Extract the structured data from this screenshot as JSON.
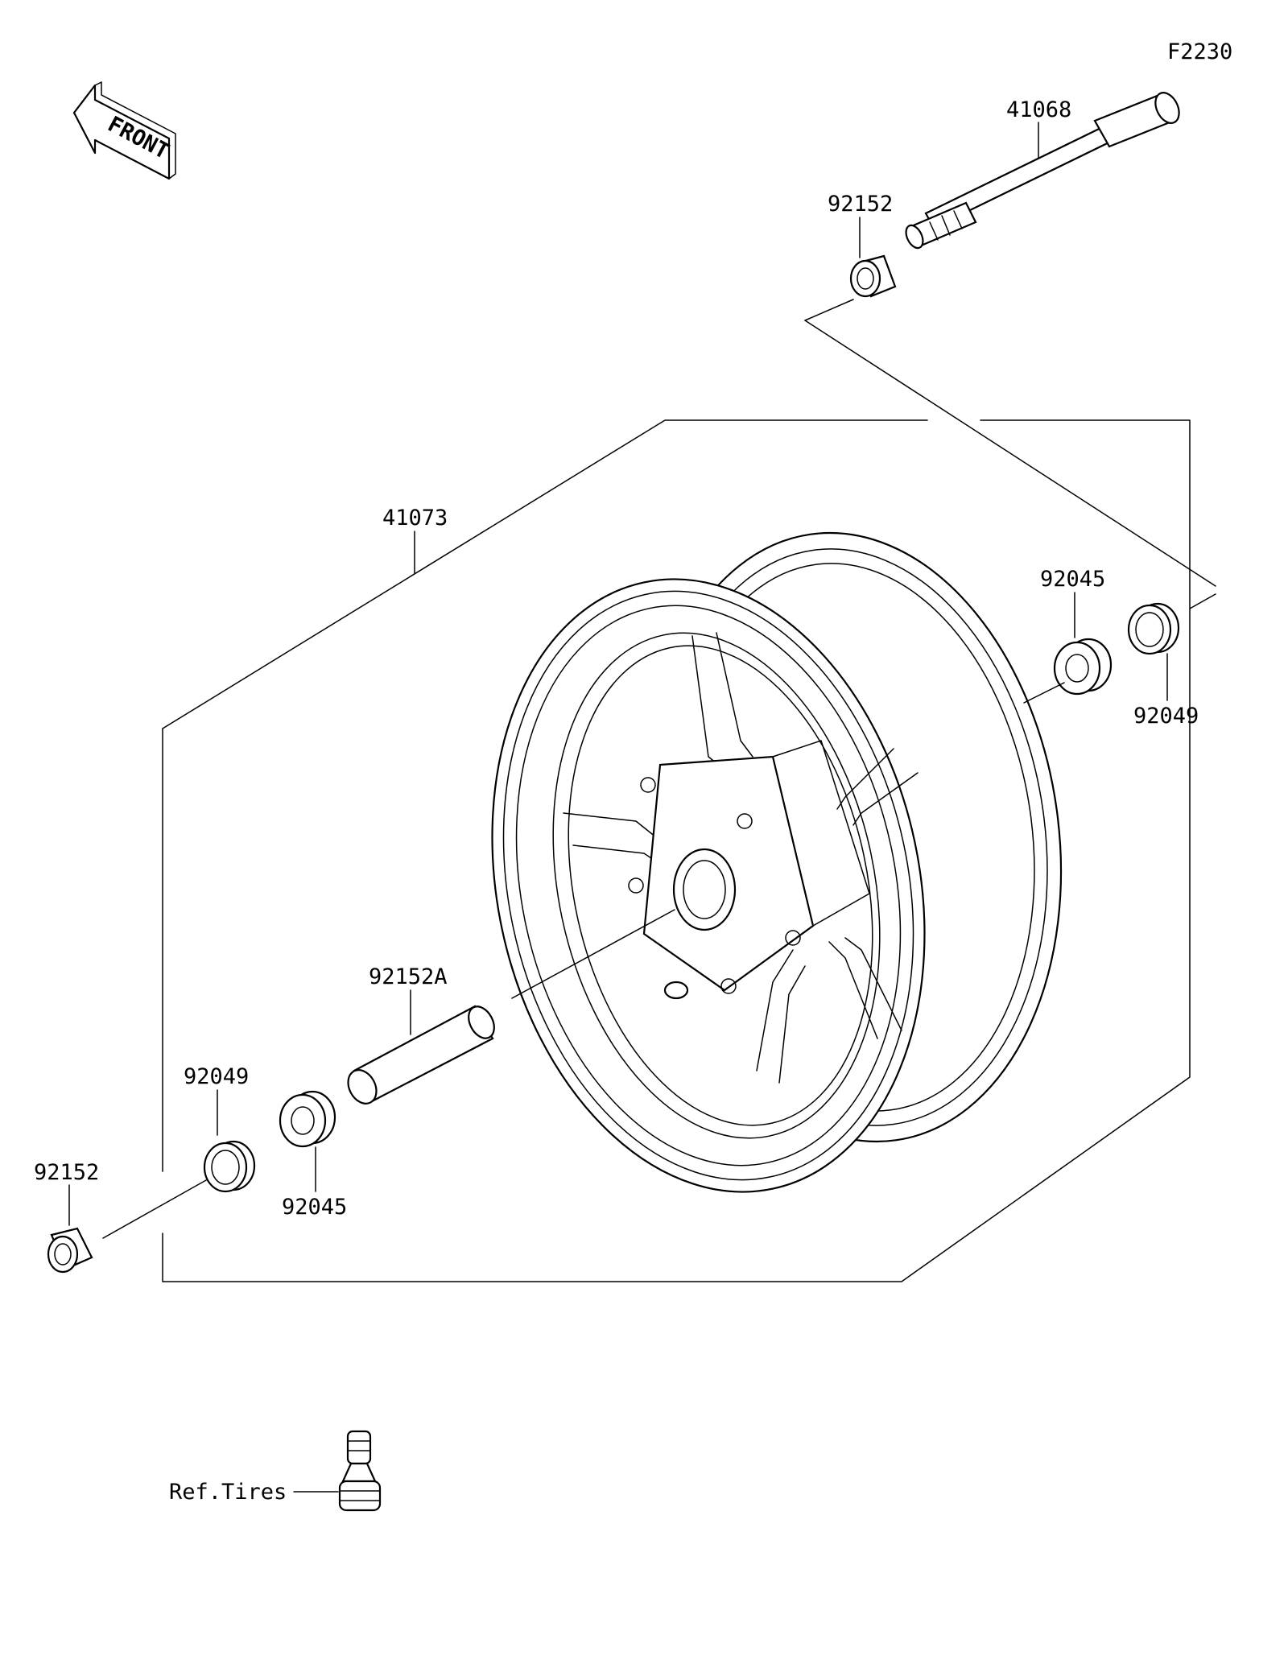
{
  "figure_code": "F2230",
  "front_label": "FRONT",
  "ref_label": "Ref.Tires",
  "callouts": {
    "axle": "41068",
    "collar_top": "92152",
    "wheel": "41073",
    "bearing_right": "92045",
    "seal_right": "92049",
    "spacer": "92152A",
    "seal_left": "92049",
    "collar_left": "92152",
    "bearing_left": "92045"
  }
}
